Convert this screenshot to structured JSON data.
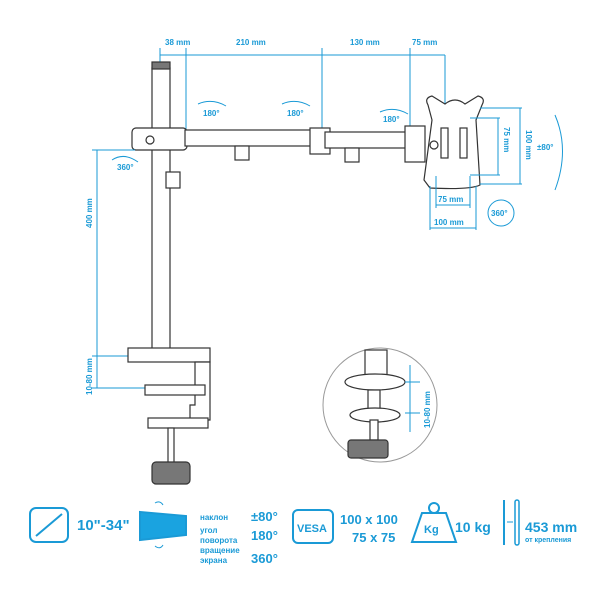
{
  "dimensions": {
    "top": [
      "38 mm",
      "210 mm",
      "130 mm",
      "75 mm"
    ],
    "pole_height": "400 mm",
    "clamp_range": "10-80 mm",
    "vesa_inner_v": "75 mm",
    "vesa_outer_v": "100 mm",
    "vesa_inner_h": "75 mm",
    "vesa_outer_h": "100 mm",
    "inset_clamp_range": "10-80 mm"
  },
  "rotation_badges": {
    "joint1": "180°",
    "joint2": "180°",
    "joint3": "180°",
    "pole": "360°",
    "screen_rotate": "360°",
    "tilt": "±80°"
  },
  "specs": {
    "screen_size": "10\"-34\"",
    "tilt_label": "наклон",
    "swivel_label_1": "угол",
    "swivel_label_2": "поворота",
    "rotate_label_1": "вращение",
    "rotate_label_2": "экрана",
    "tilt_value": "±80°",
    "swivel_value": "180°",
    "rotate_value": "360°",
    "vesa_label": "VESA",
    "vesa_sizes_1": "100 x 100",
    "vesa_sizes_2": "75 x 75",
    "weight_icon_label": "Kg",
    "weight_value": "10 kg",
    "reach_value": "453 mm",
    "reach_label": "от крепления"
  },
  "colors": {
    "accent": "#1a9ad6",
    "screen_fill": "#1aa3e0"
  }
}
